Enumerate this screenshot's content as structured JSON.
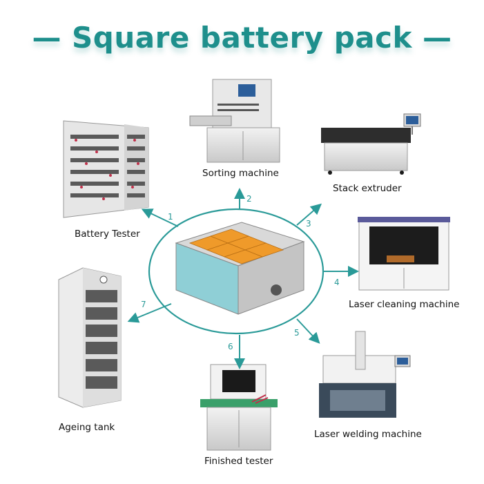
{
  "title": "— Square battery pack —",
  "colors": {
    "accent": "#1e8f8c",
    "circle_fill": "#dff3f3"
  },
  "center": {
    "image": "square-battery-pack"
  },
  "steps": [
    {
      "number": "1",
      "label": "Battery Tester"
    },
    {
      "number": "2",
      "label": "Sorting machine"
    },
    {
      "number": "3",
      "label": "Stack extruder"
    },
    {
      "number": "4",
      "label": "Laser cleaning machine"
    },
    {
      "number": "5",
      "label": "Laser welding machine"
    },
    {
      "number": "6",
      "label": "Finished tester"
    },
    {
      "number": "7",
      "label": "Ageing tank"
    }
  ]
}
